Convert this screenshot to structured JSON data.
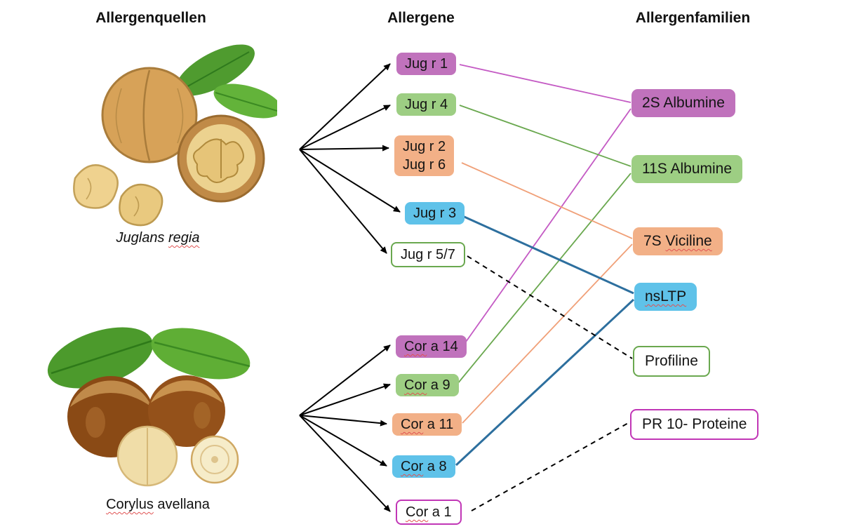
{
  "headers": {
    "sources": "Allergenquellen",
    "allergens": "Allergene",
    "families": "Allergenfamilien"
  },
  "sources": [
    {
      "p1": "Juglans ",
      "p2": "regia",
      "p3": "",
      "image": "walnut-photo"
    },
    {
      "p1": "",
      "p2": "Corylus",
      "p3": " avellana",
      "image": "hazelnut-photo"
    }
  ],
  "allergens": [
    {
      "p1": "Jug r 1",
      "p2": "",
      "p3": "",
      "color_class": "purple"
    },
    {
      "p1": "Jug r 4",
      "p2": "",
      "p3": "",
      "color_class": "green"
    },
    {
      "p1": "Jug r 2",
      "p2": "",
      "p3": "",
      "line2": "Jug r 6",
      "color_class": "orange"
    },
    {
      "p1": "Jug r 3",
      "p2": "",
      "p3": "",
      "color_class": "blue"
    },
    {
      "p1": "Jug r 5/7",
      "p2": "",
      "p3": "",
      "color_class": "outline-green"
    },
    {
      "p1": "",
      "p2": "Cor",
      "p3": " a 14",
      "color_class": "purple"
    },
    {
      "p1": "",
      "p2": "Cor",
      "p3": " a 9",
      "color_class": "green"
    },
    {
      "p1": "",
      "p2": "Cor",
      "p3": " a 11",
      "color_class": "orange"
    },
    {
      "p1": "",
      "p2": "Cor",
      "p3": " a 8",
      "color_class": "blue"
    },
    {
      "p1": "",
      "p2": "Cor",
      "p3": " a 1",
      "color_class": "outline-magenta"
    }
  ],
  "families": [
    {
      "p1": "2S Albumine",
      "p2": "",
      "p3": "",
      "color_class": "purple"
    },
    {
      "p1": "11S Albumine",
      "p2": "",
      "p3": "",
      "color_class": "green"
    },
    {
      "p1": "7S ",
      "p2": "Viciline",
      "p3": "",
      "color_class": "orange"
    },
    {
      "p1": "",
      "p2": "nsLTP",
      "p3": "",
      "color_class": "blue"
    },
    {
      "p1": "Profiline",
      "p2": "",
      "p3": "",
      "color_class": "outline-green"
    },
    {
      "p1": "PR 10- Proteine",
      "p2": "",
      "p3": "",
      "color_class": "outline-magenta"
    }
  ],
  "relations": {
    "source_to_allergens": [
      {
        "source": "Juglans regia",
        "allergens": [
          "Jug r 1",
          "Jug r 4",
          "Jug r 2",
          "Jug r 6",
          "Jug r 3",
          "Jug r 5/7"
        ]
      },
      {
        "source": "Corylus avellana",
        "allergens": [
          "Cor a 14",
          "Cor a 9",
          "Cor a 11",
          "Cor a 8",
          "Cor a 1"
        ]
      }
    ],
    "allergen_to_family": [
      {
        "allergen": "Jug r 1",
        "family": "2S Albumine",
        "line": "solid-magenta"
      },
      {
        "allergen": "Cor a 14",
        "family": "2S Albumine",
        "line": "solid-magenta"
      },
      {
        "allergen": "Jug r 4",
        "family": "11S Albumine",
        "line": "solid-green"
      },
      {
        "allergen": "Cor a 9",
        "family": "11S Albumine",
        "line": "solid-green"
      },
      {
        "allergen": "Jug r 2",
        "family": "7S Viciline",
        "line": "solid-orange"
      },
      {
        "allergen": "Jug r 6",
        "family": "7S Viciline",
        "line": "solid-orange"
      },
      {
        "allergen": "Cor a 11",
        "family": "7S Viciline",
        "line": "solid-orange"
      },
      {
        "allergen": "Jug r 3",
        "family": "nsLTP",
        "line": "solid-blue"
      },
      {
        "allergen": "Cor a 8",
        "family": "nsLTP",
        "line": "solid-blue"
      },
      {
        "allergen": "Jug r 5/7",
        "family": "Profiline",
        "line": "dashed-black"
      },
      {
        "allergen": "Cor a 1",
        "family": "PR 10- Proteine",
        "line": "dashed-black"
      }
    ]
  },
  "colors": {
    "box_purple": "#c072bc",
    "box_green": "#9dce83",
    "box_orange": "#f2b087",
    "box_blue": "#5fc2e9",
    "border_green": "#6aa84f",
    "border_magenta": "#c136b6",
    "line_magenta": "#c45ac4",
    "line_green": "#6aa84f",
    "line_orange": "#f0a078",
    "line_blue": "#2d6f9e",
    "line_black": "#000000",
    "squiggle_red": "#e05252"
  }
}
